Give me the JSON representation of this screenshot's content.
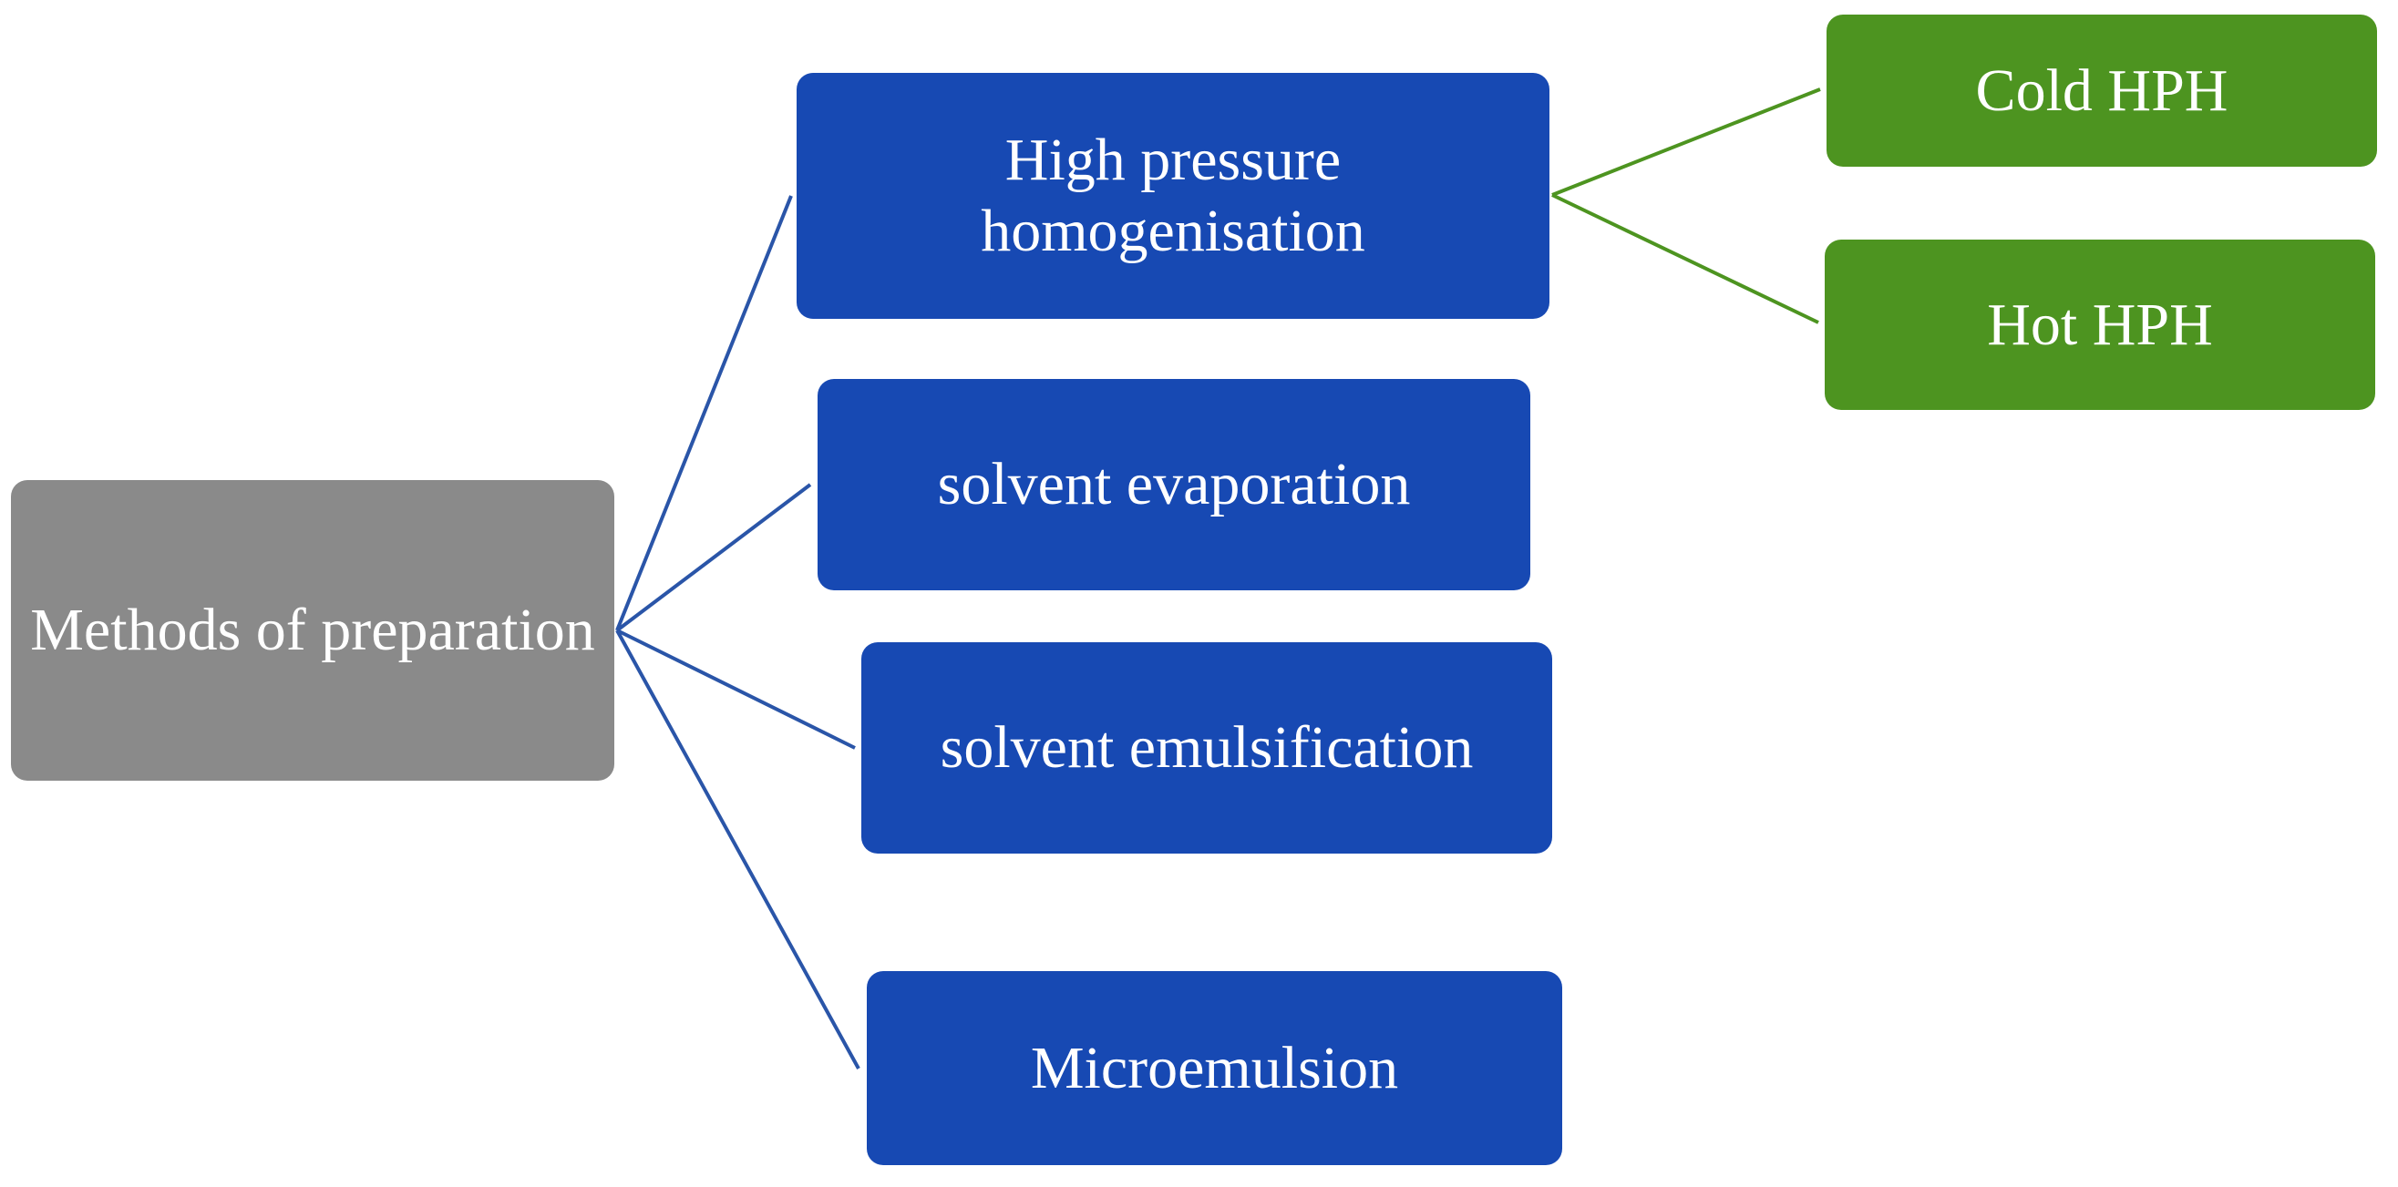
{
  "diagram": {
    "root": {
      "label": "Methods of preparation",
      "color": "#8a8a8a"
    },
    "methods": [
      {
        "label": "High pressure homogenisation",
        "color": "#1749b3"
      },
      {
        "label": "solvent evaporation",
        "color": "#1749b3"
      },
      {
        "label": "solvent emulsification",
        "color": "#1749b3"
      },
      {
        "label": "Microemulsion",
        "color": "#1749b3"
      }
    ],
    "hph_types": [
      {
        "label": "Cold HPH",
        "color": "#4d9420"
      },
      {
        "label": "Hot HPH",
        "color": "#4d9420"
      }
    ],
    "connector_colors": {
      "blue": "#2a55a8",
      "green": "#4d9420"
    }
  }
}
